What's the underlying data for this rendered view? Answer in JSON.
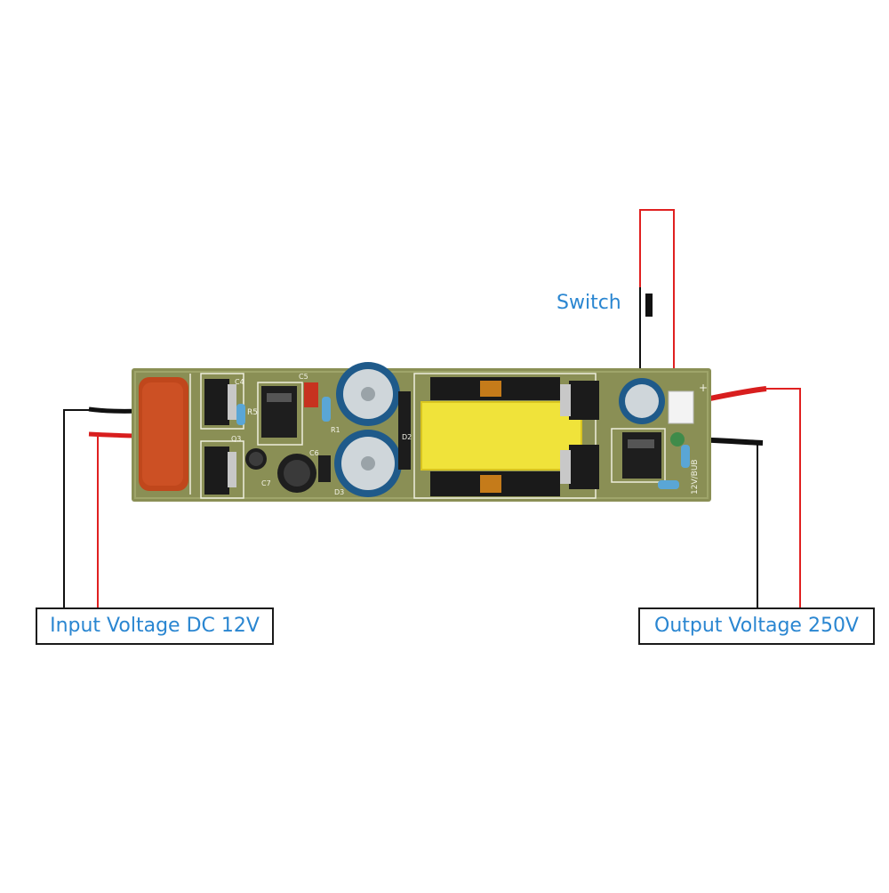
{
  "labels": {
    "input": "Input Voltage DC 12V",
    "output": "Output Voltage 250V",
    "switch": "Switch"
  },
  "silkscreen": {
    "r5": "R5",
    "c5": "C5",
    "c4": "C4",
    "c6": "C6",
    "c7": "C7",
    "d2": "D2",
    "d3": "D3",
    "q3": "Q3",
    "r1": "R1",
    "plus": "+",
    "output_mark": "12V/BUB"
  },
  "colors": {
    "wire_red": "#e02020",
    "wire_black": "#111111",
    "pcb": "#8a8f55",
    "label_text": "#2a86d1"
  }
}
